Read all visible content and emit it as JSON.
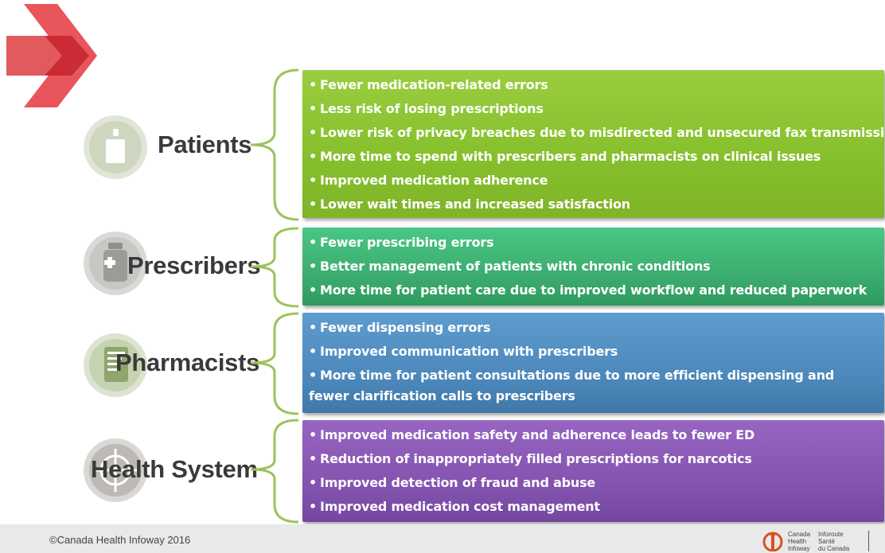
{
  "sections": [
    {
      "label": "Patients",
      "icon": "person-icon",
      "color": "#86bf2c",
      "items": [
        "Fewer medication-related errors",
        "Less risk of losing prescriptions",
        "Lower risk of privacy breaches due to misdirected and unsecured fax transmissions",
        "More time to spend with prescribers and pharmacists on clinical issues",
        "Improved medication adherence",
        "Lower wait times and increased satisfaction"
      ]
    },
    {
      "label": "Prescribers",
      "icon": "medicine-bottle-icon",
      "color": "#3aa86c",
      "items": [
        "Fewer prescribing errors",
        "Better management of patients with chronic conditions",
        "More time for patient care due to improved workflow and reduced paperwork"
      ]
    },
    {
      "label": "Pharmacists",
      "icon": "prescription-pad-icon",
      "color": "#4b86b9",
      "items": [
        "Fewer dispensing errors",
        "Improved communication with prescribers",
        "More time for patient consultations due to more efficient dispensing and fewer clarification calls to prescribers"
      ]
    },
    {
      "label": "Health System",
      "icon": "crosshair-target-icon",
      "color": "#8152ad",
      "items": [
        "Improved medication safety and adherence leads to fewer ED",
        "Reduction of inappropriately filled prescriptions for narcotics",
        "Improved detection of fraud and abuse",
        "Improved medication cost management"
      ]
    }
  ],
  "bullet": "•",
  "footer": {
    "copyright": "©Canada Health Infoway 2016",
    "logo": {
      "icon": "infoway-logo-icon",
      "en_line1": "Canada",
      "en_line2": "Health",
      "en_line3": "Infoway",
      "fr_line1": "Inforoute",
      "fr_line2": "Santé",
      "fr_line3": "du Canada"
    }
  },
  "colors": {
    "arrow": "#e03a3e",
    "brace": "#9bc35a",
    "label": "#3a3a3a"
  }
}
